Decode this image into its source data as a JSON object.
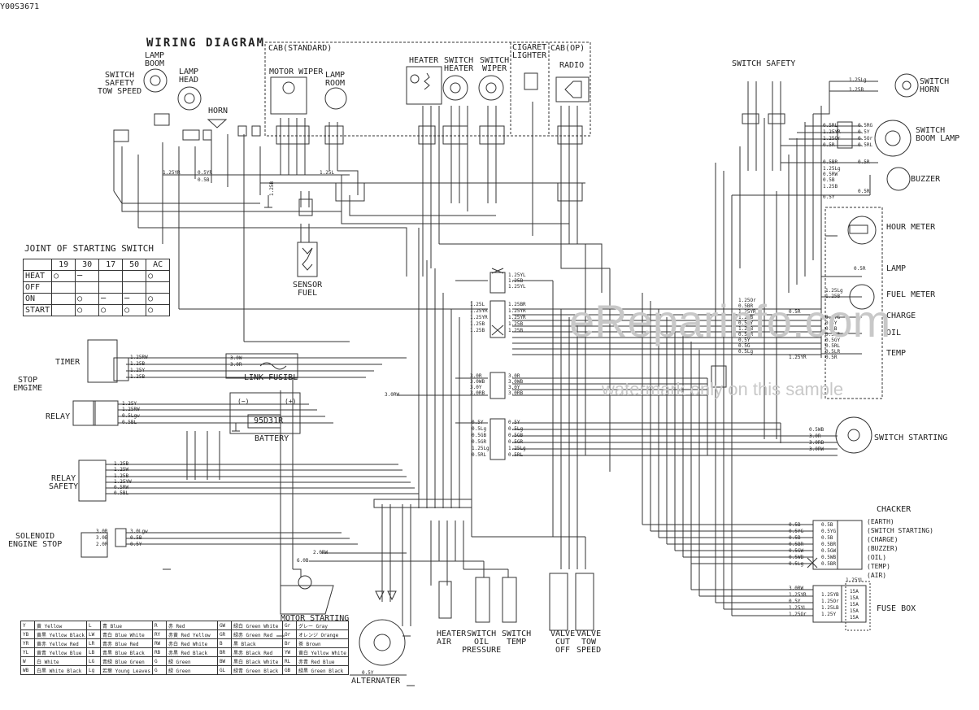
{
  "doc_id": "Y00S3671",
  "title": "WIRING DIAGRAM",
  "sections": {
    "cab_standard": "CAB(STANDARD)",
    "cab_op": "CAB(OP)"
  },
  "components": {
    "switch_safety_tow_speed": "SWITCH\nSAFETY\nTOW SPEED",
    "lamp_boom": "LAMP\nBOOM",
    "lamp_head": "LAMP\nHEAD",
    "horn": "HORN",
    "motor_wiper": "MOTOR WIPER",
    "lamp_room": "LAMP\nROOM",
    "heater": "HEATER",
    "switch_heater": "SWITCH\nHEATER",
    "switch_wiper": "SWITCH\nWIPER",
    "cigaret_lighter": "CIGARET\nLIGHTER",
    "radio": "RADIO",
    "switch_safety": "SWITCH SAFETY",
    "switch_horn": "SWITCH\nHORN",
    "switch_boom_lamp": "SWITCH\nBOOM LAMP",
    "buzzer": "BUZZER",
    "hour_meter": "HOUR METER",
    "lamp": "LAMP",
    "fuel_meter": "FUEL METER",
    "charge": "CHARGE",
    "oil": "OIL",
    "temp": "TEMP",
    "sensor_fuel": "SENSOR\nFUEL",
    "timer": "TIMER",
    "stop_engine": "STOP\nEMGIME",
    "link_fusible": "LINK FUSIBL",
    "battery": "BATTERY",
    "battery_model": "95D31R",
    "relay": "RELAY",
    "relay_safety": "RELAY\nSAFETY",
    "solenoid_engine_stop": "SOLENOID\nENGINE STOP",
    "motor_starting": "MOTOR STARTING",
    "alternator": "ALTERNATER",
    "heater_air": "HEATER\nAIR",
    "switch_oil_pressure": "SWITCH\nOIL\nPRESSURE",
    "switch_temp": "SWITCH\nTEMP",
    "valve_cut_off": "VALVE\nCUT\nOFF",
    "valve_tow_speed": "VALVE\nTOW\nSPEED",
    "switch_starting": "SWITCH STARTING",
    "fuse_box": "FUSE BOX"
  },
  "chacker": {
    "title": "CHACKER",
    "items": [
      "(EARTH)",
      "(SWITCH STARTING)",
      "(CHARGE)",
      "(BUZZER)",
      "(OIL)",
      "(TEMP)",
      "(AIR)"
    ]
  },
  "joint_table": {
    "title": "JOINT OF STARTING SWITCH",
    "columns": [
      "19",
      "30",
      "17",
      "50",
      "AC"
    ],
    "rows": [
      "HEAT",
      "OFF",
      "ON",
      "START"
    ]
  },
  "color_legend": [
    [
      "Y",
      "黄 Yellow",
      "L",
      "青 Blue",
      "R",
      "赤 Red",
      "GW",
      "緑白 Green White",
      "Gr",
      "グレー Gray"
    ],
    [
      "YB",
      "黄黒 Yellow Black",
      "LW",
      "青白 Blue White",
      "RY",
      "赤黄 Red Yellow",
      "GR",
      "緑赤 Green Red",
      "Or",
      "オレンジ Orange"
    ],
    [
      "YR",
      "黄赤 Yellow Red",
      "LR",
      "青赤 Blue Red",
      "RW",
      "赤白 Red White",
      "B",
      "黒 Black",
      "Br",
      "茶 Brown"
    ],
    [
      "YL",
      "黄青 Yellow Blue",
      "LB",
      "青黒 Blue Black",
      "RB",
      "赤黒 Red Black",
      "BR",
      "黒赤 Black Red",
      "YW",
      "黄白 Yellow White"
    ],
    [
      "W",
      "白 White",
      "LG",
      "青緑 Blue Green",
      "G",
      "緑 Green",
      "BW",
      "黒白 Black White",
      "RL",
      "赤青 Red Blue"
    ],
    [
      "WB",
      "白黒 White Black",
      "Lg",
      "若葉 Young Leaves",
      "G",
      "緑 Green",
      "GL",
      "緑青 Green Black",
      "GB",
      "緑黒 Green Black"
    ]
  ],
  "watermark": {
    "main": "eReparinfo.com",
    "sub": "watermark only on this sample"
  },
  "wire_labels": {
    "sr_horn": [
      "1.25Lg",
      "1.25B"
    ],
    "boom_lamp": [
      "0.5RL",
      "1.25YR",
      "1.25Or",
      "0.5R"
    ],
    "boom_lamp_r": [
      "0.5RG",
      "0.5Y",
      "0.5Or",
      "0.5RL"
    ],
    "buzzer": [
      "0.5BR",
      "0.5R",
      "0.5R"
    ],
    "meters_left": [
      "1.25Or",
      "0.5BR",
      "1.25YR",
      "1.25B",
      "0.5GY",
      "1.25B",
      "0.5BR",
      "0.5Y",
      "0.5G",
      "0.5Lg",
      "0.5R",
      "1.25YR"
    ],
    "meters_right": [
      "0.5YG",
      "0.5Y",
      "0.5B",
      "0.5BR",
      "0.5GY",
      "0.5RL",
      "0.5LR",
      "0.5R"
    ],
    "center_block1": [
      "1.25YL",
      "1.25B",
      "1.25YL"
    ],
    "center_block2_l": [
      "1.25L",
      "1.25YR",
      "1.25YR",
      "1.25B",
      "1.25B"
    ],
    "center_block2_r": [
      "1.25BR",
      "1.25YR",
      "1.25YR",
      "1.25B",
      "1.25B"
    ],
    "center_block3_l": [
      "3.0R",
      "3.0WB",
      "3.0Y",
      "3.0RB"
    ],
    "center_block3_r": [
      "3.0R",
      "3.0WB",
      "3.0Y",
      "3.0RB"
    ],
    "center_block4_l": [
      "0.5Y",
      "0.5Lg",
      "0.5GB",
      "0.5GR",
      "1.25Lg",
      "0.5RL"
    ],
    "center_block4_r": [
      "0.5Y",
      "0.5Lg",
      "0.5GB",
      "0.5GR",
      "1.25Lg",
      "0.5RL"
    ],
    "timer": [
      "1.25RW",
      "1.25B",
      "1.25Y",
      "1.25B"
    ],
    "relay": [
      "1.25Y",
      "1.25RW",
      "0.5Lgw",
      "0.5BL"
    ],
    "relay_safety": [
      "1.25B",
      "1.25W",
      "1.25B",
      "1.25YW",
      "0.5RW",
      "0.5BL"
    ],
    "solenoid": [
      "3.0R",
      "3.0B",
      "2.0R",
      "3.0Lgw",
      "0.5B",
      "0.5Y"
    ],
    "link_fusible": [
      "3.0W",
      "3.0R"
    ],
    "switch_starting": [
      "0.5WB",
      "3.0R",
      "3.0RB",
      "3.0RW"
    ],
    "fuse_box_l": [
      "3.0RW",
      "1.25YR",
      "0.5Y",
      "1.25YL",
      "1.25Or"
    ],
    "fuse_box_r": [
      "1.25YB",
      "1.25Or",
      "1.25LB",
      "1.25Y"
    ],
    "chacker_wires": [
      "0.5B",
      "0.5YG",
      "0.5B",
      "0.5BR",
      "0.5GW",
      "0.5WB",
      "0.5Lg"
    ],
    "chacker_wires_r": [
      "0.5B",
      "0.5YG",
      "0.5B",
      "0.5BR",
      "0.5GW",
      "0.5WB",
      "0.5BR"
    ],
    "battery_terms": [
      "(−)",
      "(+)"
    ],
    "misc": [
      "1.25B",
      "1.25YR",
      "0.5YR",
      "0.5B",
      "1.25L",
      "1.25Lg",
      "1.25B",
      "2.0RW",
      "6.0B",
      "3.0RW",
      "0.5R",
      "0.5Y",
      "1.25YL",
      "1.25B",
      "0.5RW",
      "0.5B",
      "1.25Lg",
      "0.5Y"
    ]
  },
  "fuse_labels": [
    "15A",
    "15A",
    "15A",
    "15A",
    "15A"
  ],
  "colors": {
    "line": "#333333",
    "watermark": "#c8c8c8"
  }
}
